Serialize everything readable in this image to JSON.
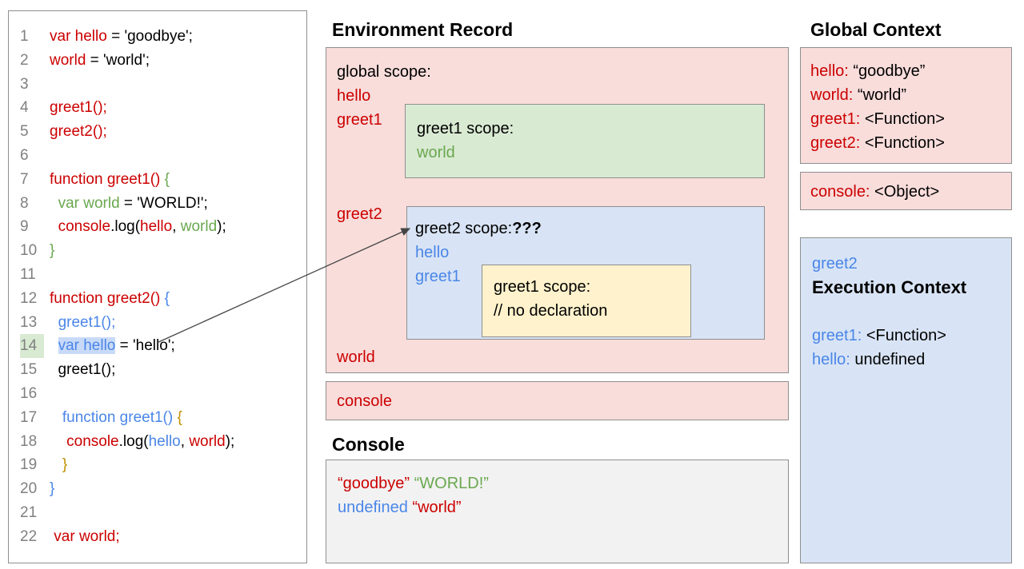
{
  "palette": {
    "red": "#cc0000",
    "green": "#6aa84f",
    "blue": "#4a86e8",
    "yellow": "#bf9000",
    "gray-text": "#808080",
    "pink-bg": "#f8dddb",
    "green-bg": "#d9ead3",
    "blue-bg": "#d8e4f5",
    "yellow-bg": "#fff2cc",
    "gray-bg": "#f2f2f2",
    "hl-blue": "#c9daf8",
    "hl-green": "#d9ead3",
    "border": "#8f8f8f",
    "arrow": "#444444"
  },
  "code_panel": {
    "lines": [
      {
        "num": "1",
        "segments": [
          {
            "t": "var hello",
            "c": "red"
          },
          {
            "t": " = 'goodbye';",
            "c": "black"
          }
        ]
      },
      {
        "num": "2",
        "segments": [
          {
            "t": "world",
            "c": "red"
          },
          {
            "t": " = 'world';",
            "c": "black"
          }
        ]
      },
      {
        "num": "3",
        "segments": []
      },
      {
        "num": "4",
        "segments": [
          {
            "t": "greet1();",
            "c": "red"
          }
        ]
      },
      {
        "num": "5",
        "segments": [
          {
            "t": "greet2();",
            "c": "red"
          }
        ]
      },
      {
        "num": "6",
        "segments": []
      },
      {
        "num": "7",
        "segments": [
          {
            "t": "function greet1() ",
            "c": "red"
          },
          {
            "t": "{",
            "c": "green"
          }
        ]
      },
      {
        "num": "8",
        "segments": [
          {
            "t": "  ",
            "c": "black"
          },
          {
            "t": "var world",
            "c": "green"
          },
          {
            "t": " = 'WORLD!';",
            "c": "black"
          }
        ]
      },
      {
        "num": "9",
        "segments": [
          {
            "t": "  ",
            "c": "black"
          },
          {
            "t": "console",
            "c": "red"
          },
          {
            "t": ".log(",
            "c": "black"
          },
          {
            "t": "hello",
            "c": "red"
          },
          {
            "t": ", ",
            "c": "black"
          },
          {
            "t": "world",
            "c": "green"
          },
          {
            "t": ");",
            "c": "black"
          }
        ]
      },
      {
        "num": "10",
        "segments": [
          {
            "t": "}",
            "c": "green"
          }
        ]
      },
      {
        "num": "11",
        "segments": []
      },
      {
        "num": "12",
        "segments": [
          {
            "t": "function greet2() ",
            "c": "red"
          },
          {
            "t": "{",
            "c": "blue"
          }
        ]
      },
      {
        "num": "13",
        "segments": [
          {
            "t": "  ",
            "c": "black"
          },
          {
            "t": "greet1();",
            "c": "blue"
          }
        ]
      },
      {
        "num": "14",
        "num_highlight": true,
        "segments": [
          {
            "t": "  ",
            "c": "black"
          },
          {
            "t": "var hello",
            "c": "blue",
            "hl": true
          },
          {
            "t": " = 'hello';",
            "c": "black"
          }
        ]
      },
      {
        "num": "15",
        "segments": [
          {
            "t": "  greet1();",
            "c": "black"
          }
        ]
      },
      {
        "num": "16",
        "segments": []
      },
      {
        "num": "17",
        "segments": [
          {
            "t": "   ",
            "c": "black"
          },
          {
            "t": "function greet1()",
            "c": "blue"
          },
          {
            "t": " {",
            "c": "yellow"
          }
        ]
      },
      {
        "num": "18",
        "segments": [
          {
            "t": "    ",
            "c": "black"
          },
          {
            "t": "console",
            "c": "red"
          },
          {
            "t": ".log(",
            "c": "black"
          },
          {
            "t": "hello",
            "c": "blue"
          },
          {
            "t": ", ",
            "c": "black"
          },
          {
            "t": "world",
            "c": "red"
          },
          {
            "t": ");",
            "c": "black"
          }
        ]
      },
      {
        "num": "19",
        "segments": [
          {
            "t": "   }",
            "c": "yellow"
          }
        ]
      },
      {
        "num": "20",
        "segments": [
          {
            "t": "}",
            "c": "blue"
          }
        ]
      },
      {
        "num": "21",
        "segments": []
      },
      {
        "num": "22",
        "segments": [
          {
            "t": " var world;",
            "c": "red"
          }
        ]
      }
    ]
  },
  "environment_record": {
    "title": "Environment Record",
    "global_scope_label": "global scope:",
    "entries_top": [
      "hello",
      "greet1"
    ],
    "greet1_scope": {
      "label": "greet1 scope:",
      "entries": [
        "world"
      ]
    },
    "greet2_label": "greet2",
    "greet2_scope": {
      "label": "greet2 scope:",
      "question": "???",
      "entries": [
        "hello",
        "greet1"
      ],
      "inner": {
        "label": "greet1 scope:",
        "comment": "// no declaration"
      }
    },
    "world_label": "world",
    "console_label": "console"
  },
  "console_panel": {
    "title": "Console",
    "line1": {
      "first": "“goodbye”",
      "second": " “WORLD!”"
    },
    "line2": {
      "first": "undefined",
      "second": " “world”"
    }
  },
  "global_context": {
    "title": "Global Context",
    "entries": [
      {
        "key": "hello:",
        "value": " “goodbye”"
      },
      {
        "key": "world:",
        "value": " “world”"
      },
      {
        "key": "greet1:",
        "value": " <Function>"
      },
      {
        "key": "greet2:",
        "value": " <Function>"
      }
    ],
    "console_entry": {
      "key": "console:",
      "value": " <Object>"
    }
  },
  "execution_context": {
    "name": "greet2",
    "title": "Execution Context",
    "entries": [
      {
        "key": "greet1:",
        "value": " <Function>"
      },
      {
        "key": "hello:",
        "value": " undefined"
      }
    ]
  }
}
